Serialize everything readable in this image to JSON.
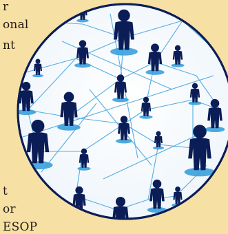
{
  "text_fragments": [
    "r",
    "onal",
    "nt",
    "t",
    "or",
    "ESOP"
  ],
  "colors": {
    "background": "#f7e0a4",
    "circle_fill": "#ffffff",
    "circle_border": "#0b1d57",
    "network_lines": "#3aa0dc",
    "person_figure": "#0b1d57",
    "figure_base": "#3aa0dc"
  },
  "illustration": {
    "subject": "network-of-people",
    "icon": "person-figure-icon"
  }
}
